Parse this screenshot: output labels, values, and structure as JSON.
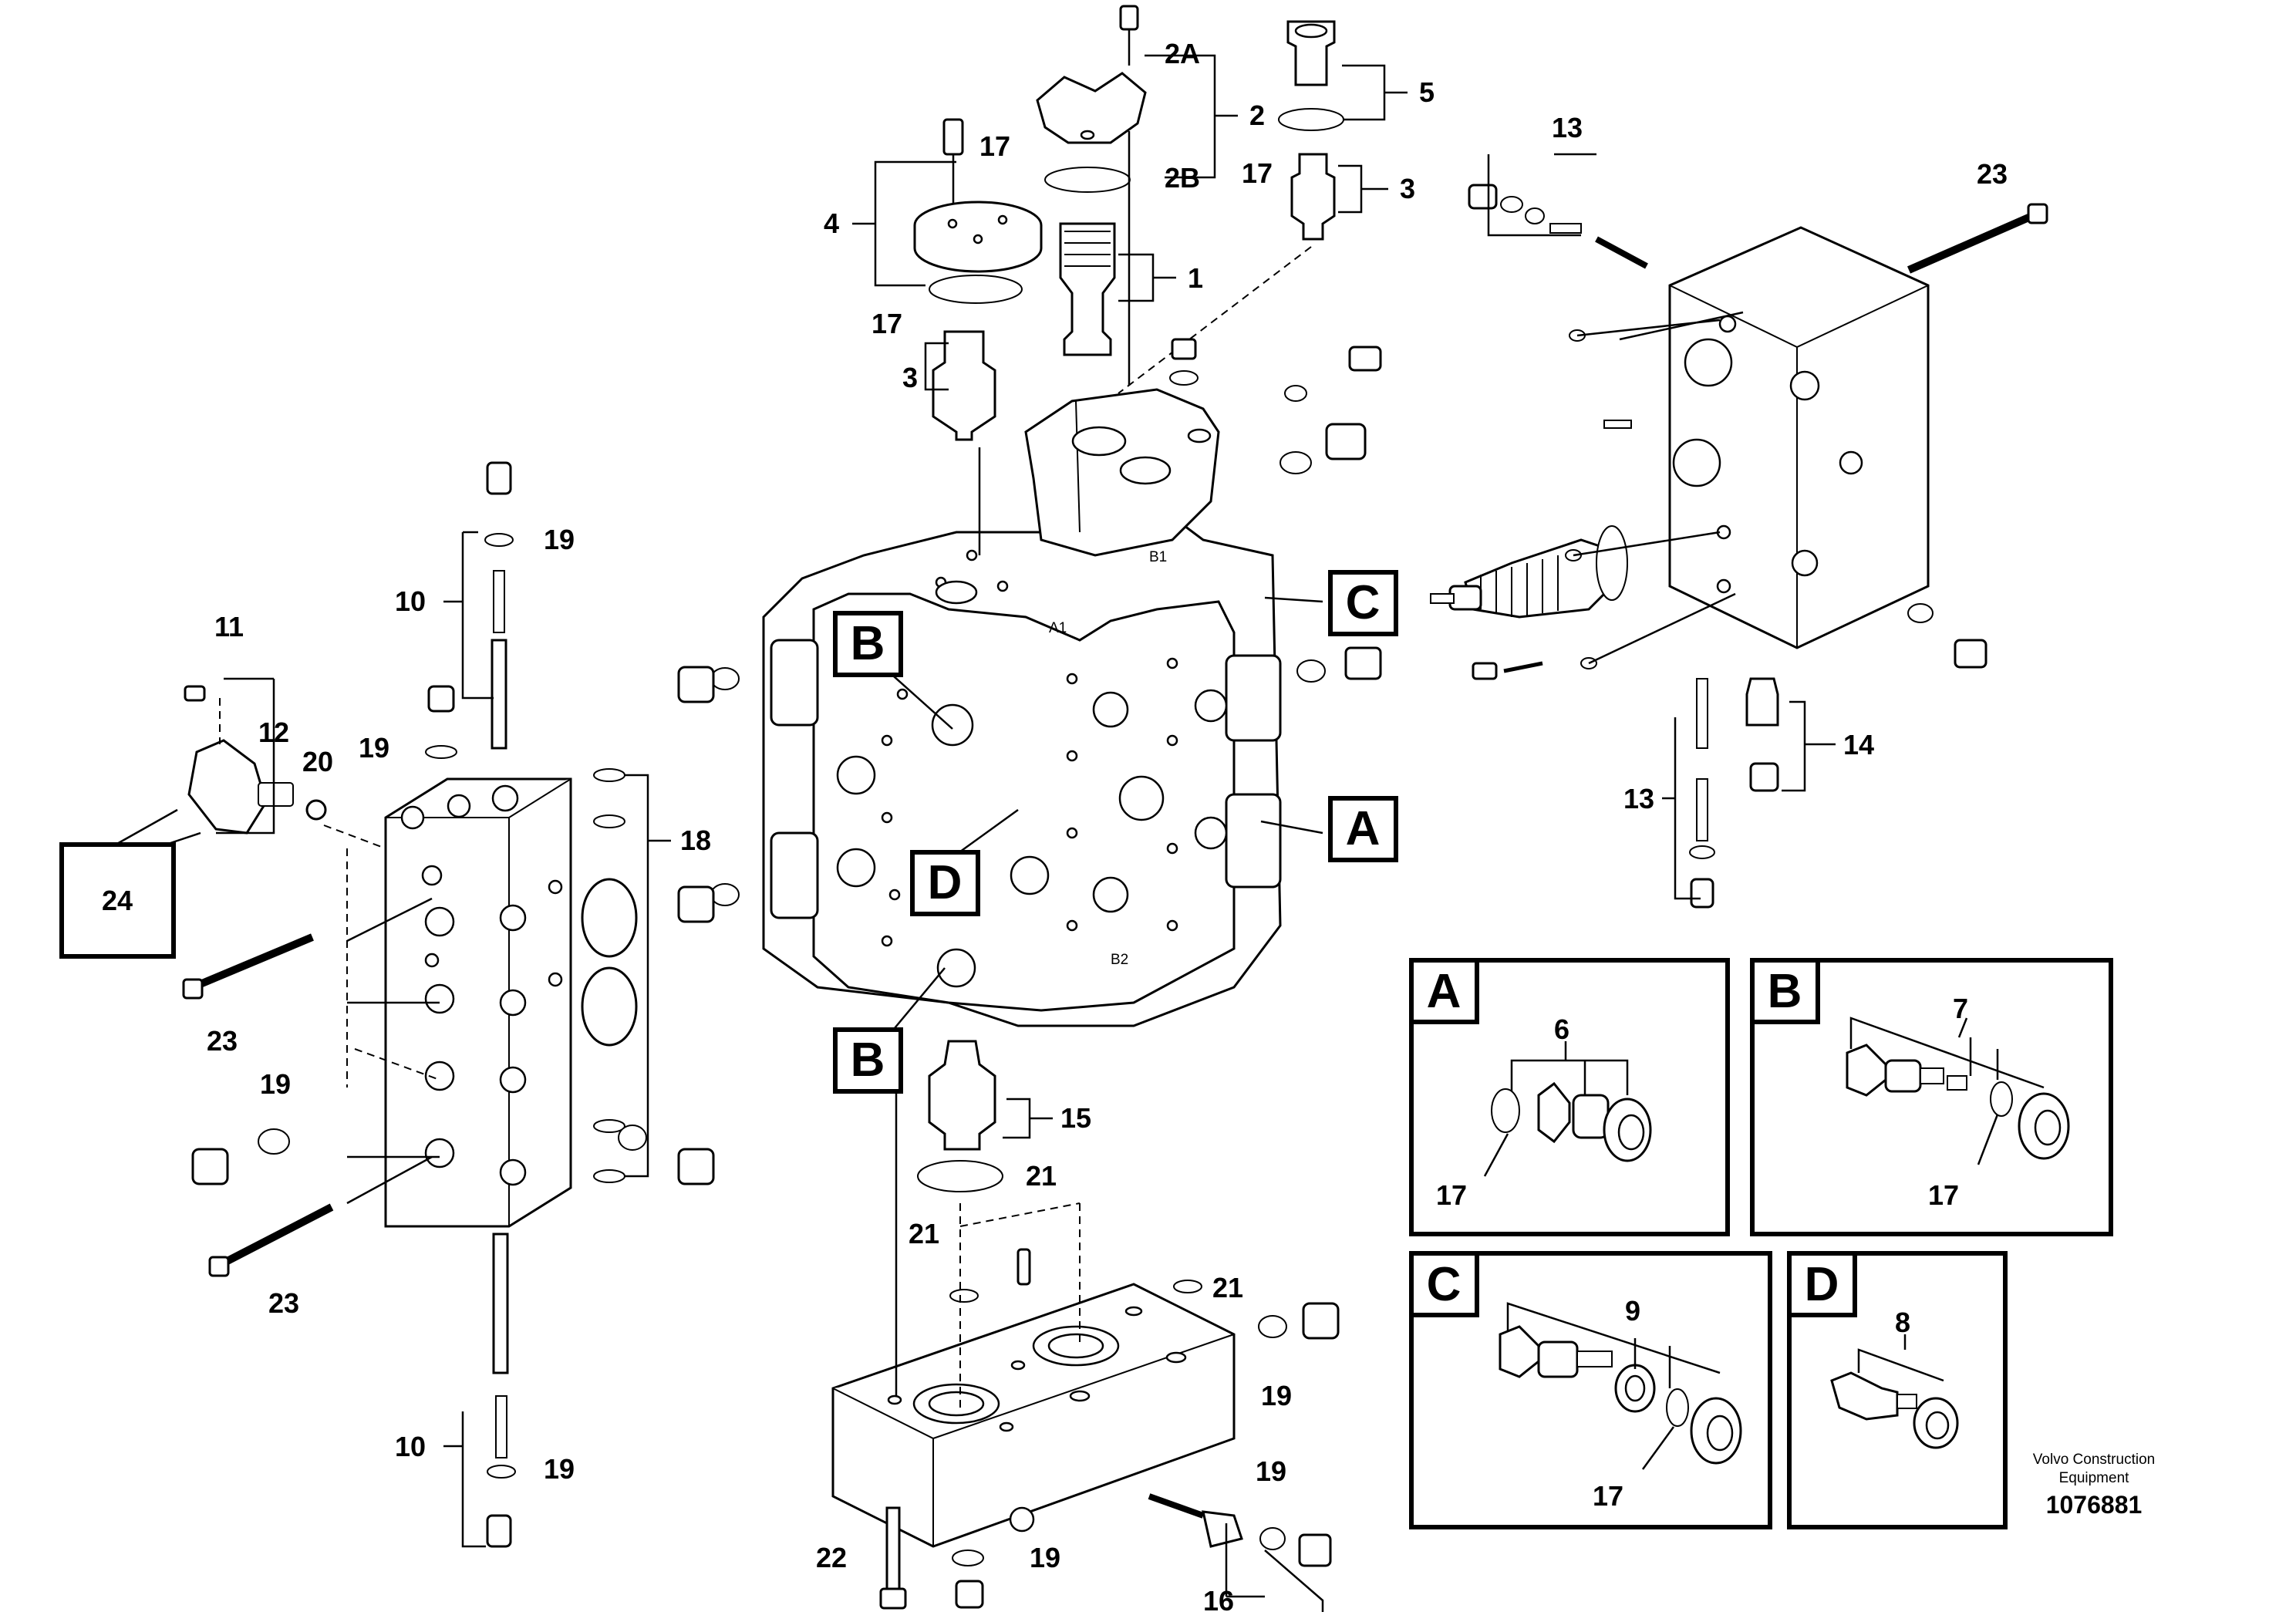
{
  "callouts": {
    "c1": "1",
    "c2": "2",
    "c2a": "2A",
    "c2b": "2B",
    "c3_top": "3",
    "c3_left": "3",
    "c4": "4",
    "c5": "5",
    "c6": "6",
    "c7": "7",
    "c8": "8",
    "c9": "9",
    "c10_top": "10",
    "c10_bottom": "10",
    "c11": "11",
    "c12": "12",
    "c13_top": "13",
    "c13_bottom": "13",
    "c14": "14",
    "c15": "15",
    "c16": "16",
    "c17_top": "17",
    "c17_mid": "17",
    "c17_left": "17",
    "c17_a": "17",
    "c17_b": "17",
    "c17_c": "17",
    "c18": "18",
    "c19_a": "19",
    "c19_b": "19",
    "c19_c": "19",
    "c19_d": "19",
    "c19_e": "19",
    "c19_f": "19",
    "c19_g": "19",
    "c20": "20",
    "c21_a": "21",
    "c21_b": "21",
    "c21_c": "21",
    "c22": "22",
    "c23_left_top": "23",
    "c23_left_bottom": "23",
    "c23_right": "23",
    "c24": "24"
  },
  "port_labels": {
    "C": "C",
    "B_top": "B",
    "A": "A",
    "D": "D",
    "B_bottom": "B"
  },
  "detail_panels": {
    "A": "A",
    "B": "B",
    "C": "C",
    "D": "D"
  },
  "body_markings": {
    "a1": "A1",
    "b1": "B1",
    "b2": "B2"
  },
  "footer": {
    "maker_line1": "Volvo Construction",
    "maker_line2": "Equipment",
    "doc_number": "1076881"
  }
}
